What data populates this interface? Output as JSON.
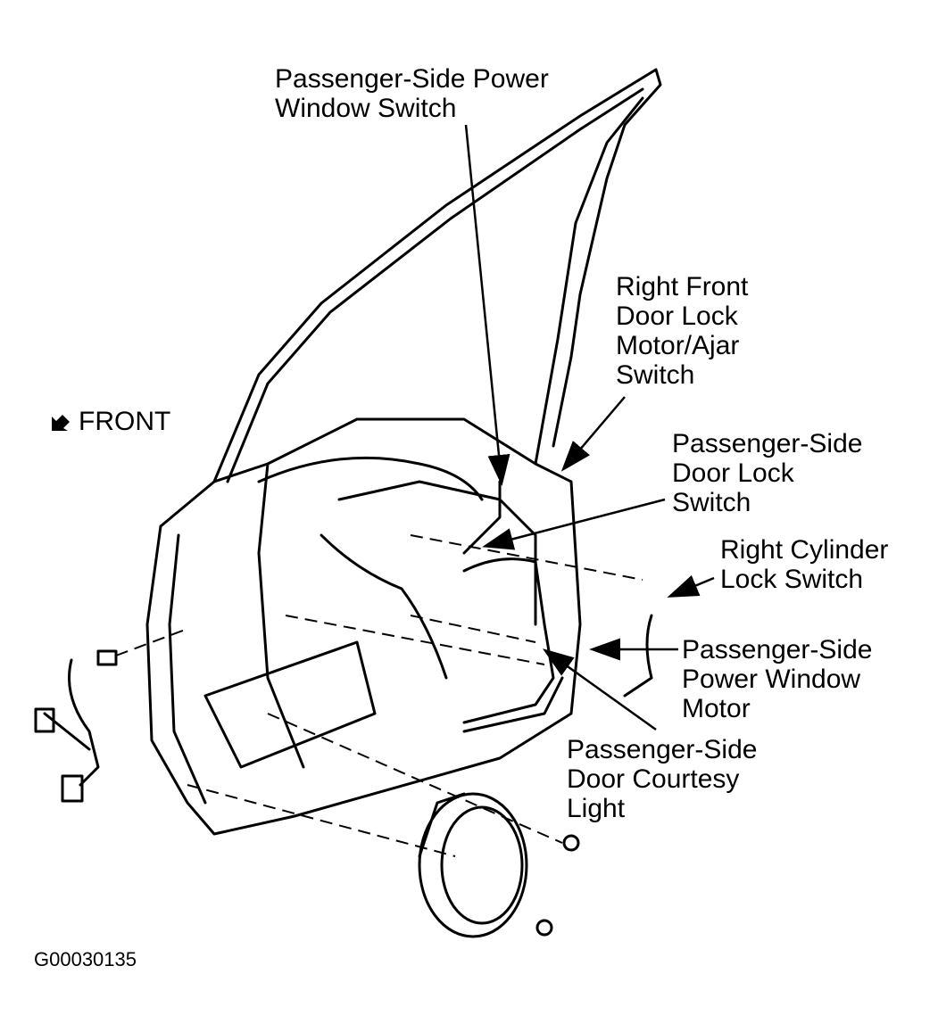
{
  "diagram": {
    "front_indicator": {
      "icon": "arrow-down-left-icon",
      "label": "FRONT"
    },
    "figure_id": "G00030135",
    "callouts": [
      {
        "id": "pass-power-window-switch",
        "text": "Passenger-Side Power\nWindow Switch"
      },
      {
        "id": "rf-door-lock-motor",
        "text": "Right Front\nDoor Lock\nMotor/Ajar\nSwitch"
      },
      {
        "id": "pass-door-lock-switch",
        "text": "Passenger-Side\nDoor Lock\nSwitch"
      },
      {
        "id": "right-cylinder-lock-switch",
        "text": "Right Cylinder\nLock Switch"
      },
      {
        "id": "pass-power-window-motor",
        "text": "Passenger-Side\nPower Window\nMotor"
      },
      {
        "id": "pass-door-courtesy-light",
        "text": "Passenger-Side\nDoor Courtesy\nLight"
      }
    ]
  }
}
